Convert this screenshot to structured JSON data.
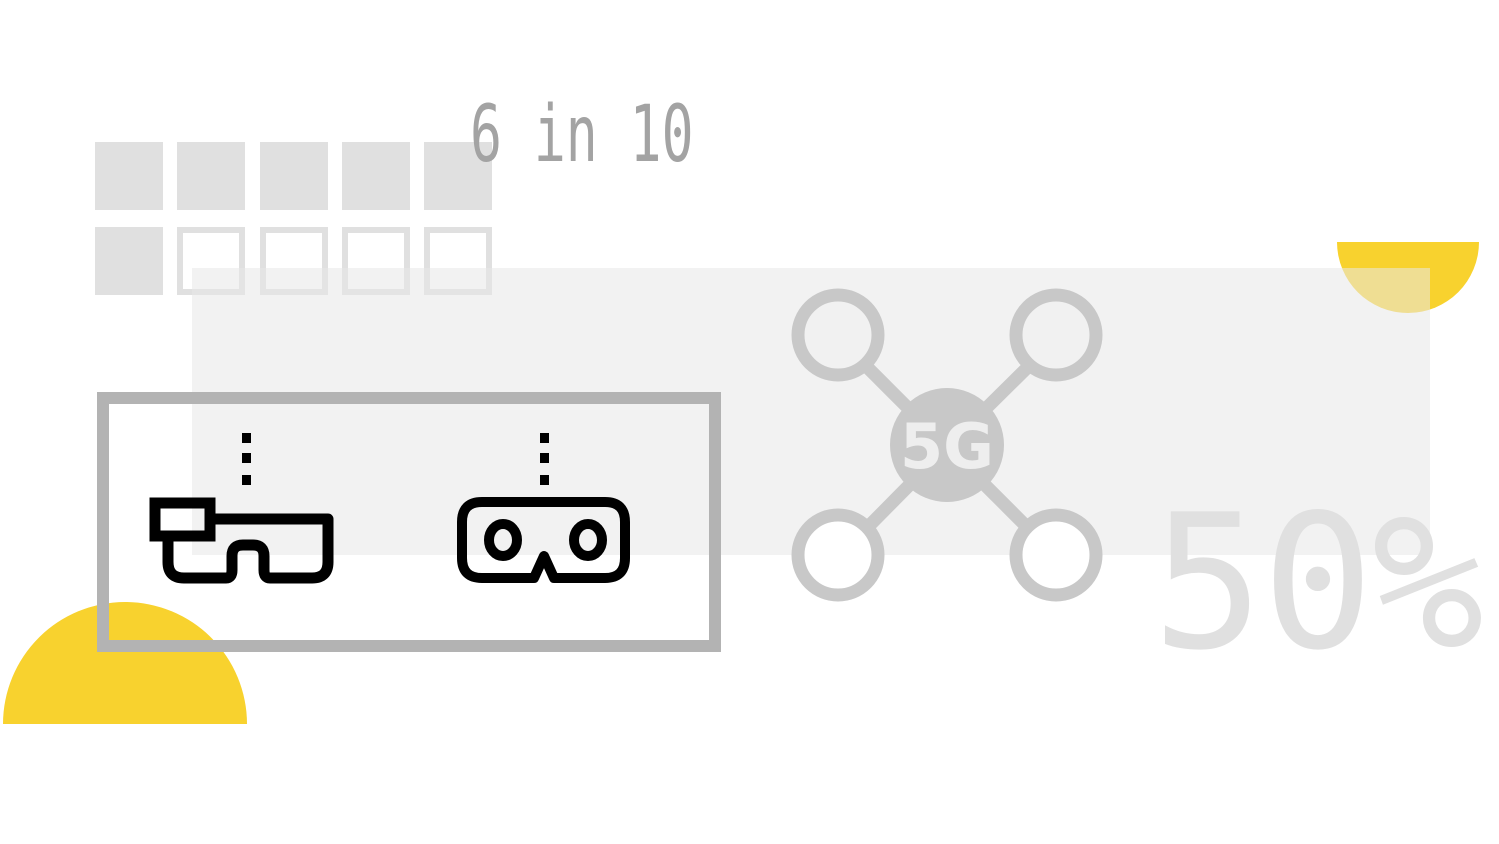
{
  "stats": {
    "ratio_label": "6 in 10",
    "percent_label": "50%"
  },
  "grid": {
    "total": 10,
    "filled": 6,
    "fill_color": "#e0e0e0"
  },
  "network": {
    "center_label": "5G",
    "node_count": 4,
    "color": "#c8c8c8"
  },
  "devices": [
    {
      "name": "smart-glasses",
      "icon": "smart-glasses-icon"
    },
    {
      "name": "vr-headset",
      "icon": "vr-headset-icon"
    }
  ],
  "colors": {
    "accent_yellow": "#f8d22e",
    "frame_gray": "#b3b3b3",
    "panel_gray": "#f1f1f1",
    "text_gray": "#a3a3a3",
    "icon_black": "#000000"
  }
}
